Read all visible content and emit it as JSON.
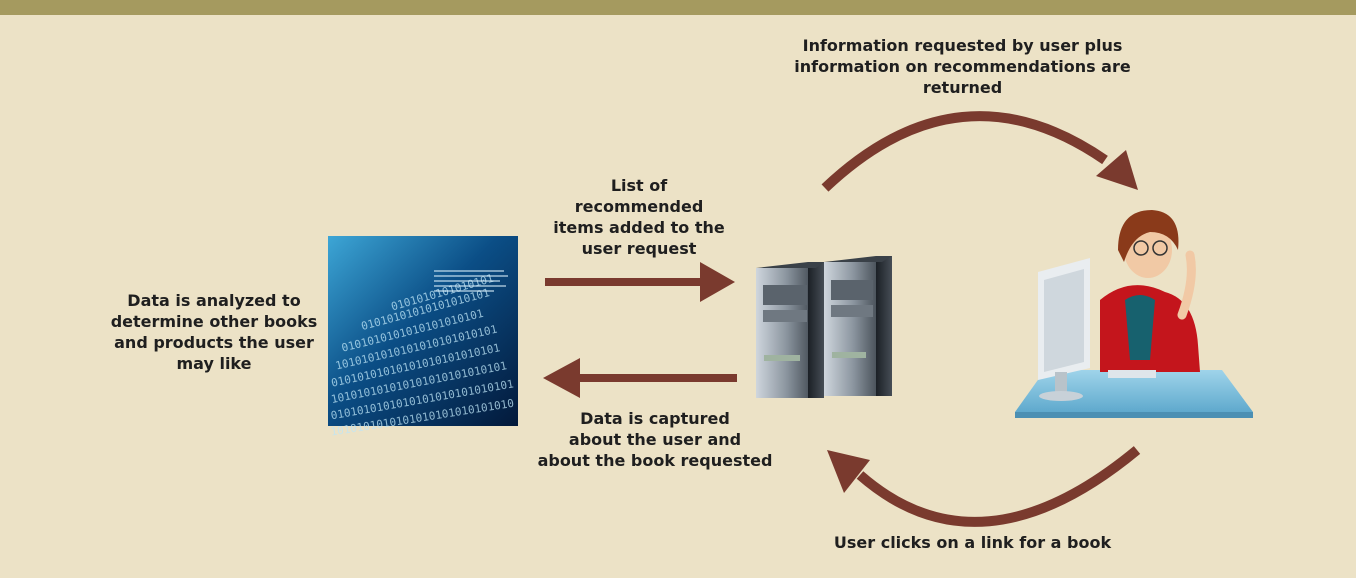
{
  "labels": {
    "returned_info": "Information requested by user plus\ninformation on recommendations are\nreturned",
    "recommended_list": "List of\nrecommended\nitems added to the\nuser request",
    "analyzed": "Data is analyzed to\ndetermine other books\nand products the user\nmay like",
    "captured": "Data is captured\nabout the user and\nabout the book requested",
    "user_clicks": "User clicks on a link for a book"
  },
  "icons": {
    "data_image": "binary-data-image",
    "servers": "server-towers-icon",
    "user": "user-at-computer-illustration"
  },
  "colors": {
    "background": "#ece2c6",
    "top_bar": "#a59a5f",
    "arrow": "#7a3a2e",
    "text": "#1f1f1f"
  }
}
